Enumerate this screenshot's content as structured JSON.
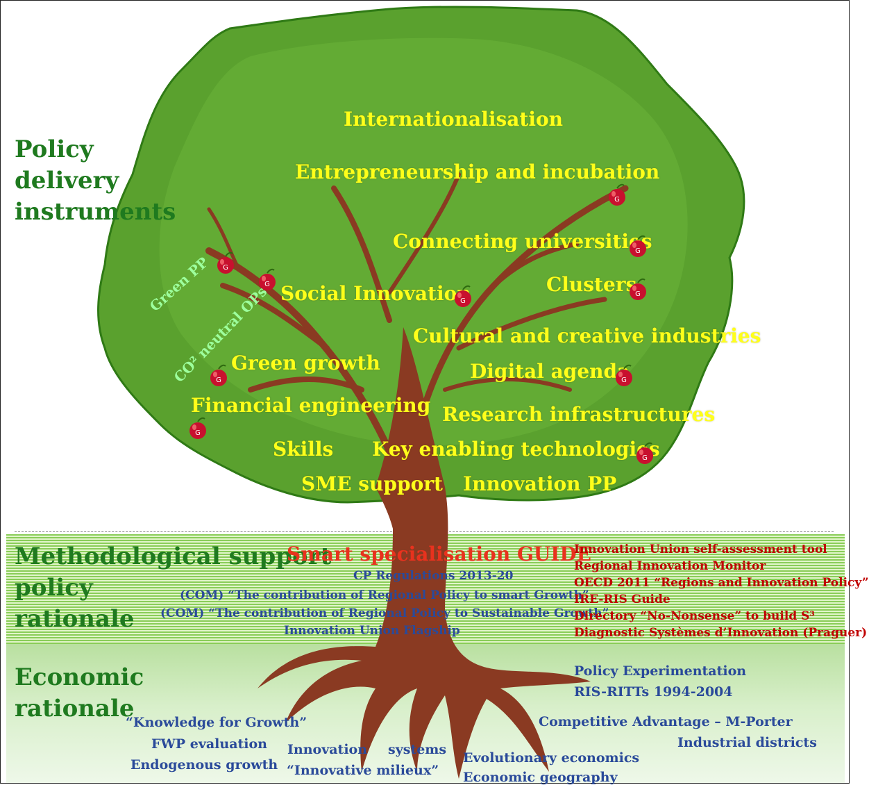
{
  "side_labels": {
    "policy_delivery": [
      "Policy",
      "delivery",
      "instruments"
    ],
    "methodological": [
      "Methodological support",
      "policy",
      "rationale"
    ],
    "economic": [
      "Economic",
      "rationale"
    ]
  },
  "tree_instruments": {
    "internationalisation": "Internationalisation",
    "entrepreneurship": "Entrepreneurship and incubation",
    "connecting_universities": "Connecting universities",
    "clusters": "Clusters",
    "social_innovation": "Social Innovation",
    "cultural_creative": "Cultural and creative industries",
    "digital_agenda": "Digital agenda",
    "green_growth": "Green growth",
    "financial_engineering": "Financial engineering",
    "research_infrastructures": "Research infrastructures",
    "skills": "Skills",
    "key_enabling": "Key enabling technologies",
    "sme_support": "SME support",
    "innovation_pp": "Innovation PP"
  },
  "branch_labels": {
    "green_pp": "Green PP",
    "co2_neutral": "CO² neutral OPs"
  },
  "apple_letter": "G",
  "guide": {
    "title": "Smart specialisation GUIDE",
    "items": [
      "CP Regulations 2013-20",
      "(COM) “The contribution of Regional Policy to smart Growth”",
      "(COM) “The contribution of Regional Policy to Sustainable Growth”",
      "Innovation Union Flagship"
    ]
  },
  "tools": [
    "Innovation Union self-assessment tool",
    "Regional Innovation Monitor",
    "OECD 2011 “Regions and Innovation Policy”",
    "IRE-RIS Guide",
    "Directory “No-Nonsense” to build S³",
    "Diagnostic Systèmes d’Innovation (Praguer)"
  ],
  "roots": {
    "knowledge_growth": "“Knowledge for Growth”",
    "fwp": "FWP evaluation",
    "endogenous": "Endogenous growth",
    "innovation": "Innovation",
    "systems": "systems",
    "milieux": "“Innovative milieux”",
    "evolutionary": "Evolutionary economics",
    "geography": "Economic geography",
    "policy_exp": "Policy Experimentation",
    "ris_ritts": "RIS-RITTs 1994-2004",
    "competitive": "Competitive Advantage – M-Porter",
    "districts": "Industrial districts"
  },
  "colors": {
    "canopy": "#5aa12e",
    "canopy_edge": "#3f8a1f",
    "trunk": "#8a3a22",
    "label_yellow": "#ffff1a",
    "label_green": "#1f7a1f",
    "tool_red": "#c00000",
    "guide_red": "#e8321e",
    "root_blue": "#2a4a9a"
  }
}
